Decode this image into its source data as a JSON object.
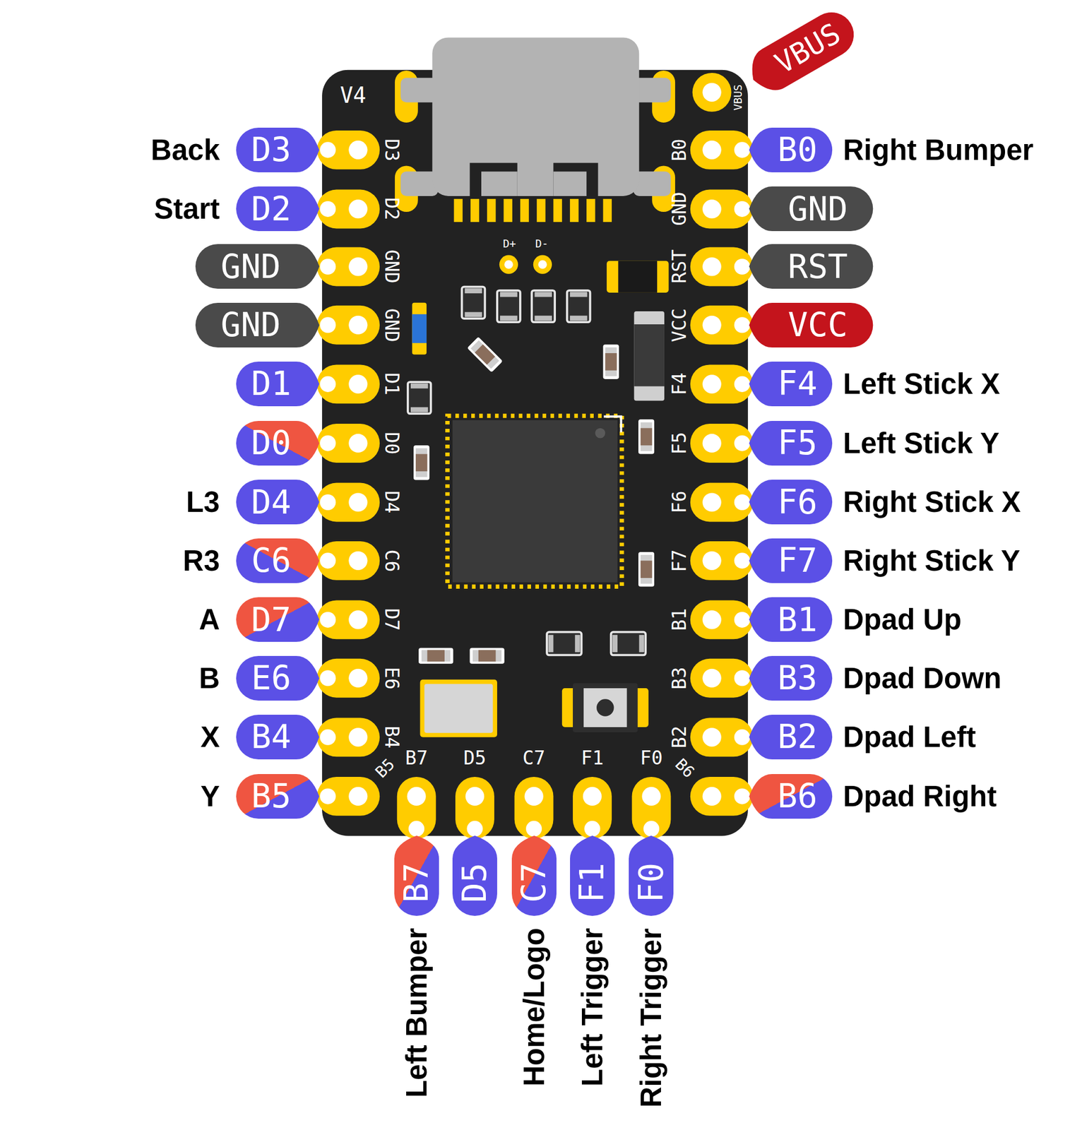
{
  "diagram": {
    "nodes": [
      {
        "text": [
          "VBUS"
        ]
      },
      {
        "text": [
          "D3",
          "Back"
        ]
      },
      {
        "text": [
          "D2",
          "Start"
        ]
      },
      {
        "text": [
          "GND"
        ]
      },
      {
        "text": [
          "GND"
        ]
      },
      {
        "text": [
          "D1"
        ]
      },
      {
        "text": [
          "D0"
        ]
      },
      {
        "text": [
          "D4",
          "L3"
        ]
      },
      {
        "text": [
          "C6",
          "R3"
        ]
      },
      {
        "text": [
          "D7",
          "A"
        ]
      },
      {
        "text": [
          "E6",
          "B"
        ]
      },
      {
        "text": [
          "B4",
          "X"
        ]
      },
      {
        "text": [
          "B5",
          "Y"
        ]
      },
      {
        "text": [
          "B0",
          "Right Bumper"
        ]
      },
      {
        "text": [
          "GND"
        ]
      },
      {
        "text": [
          "RST"
        ]
      },
      {
        "text": [
          "VCC"
        ]
      },
      {
        "text": [
          "F4",
          "Left Stick X"
        ]
      },
      {
        "text": [
          "F5",
          "Left Stick Y"
        ]
      },
      {
        "text": [
          "F6",
          "Right Stick X"
        ]
      },
      {
        "text": [
          "F7",
          "Right Stick Y"
        ]
      },
      {
        "text": [
          "B1",
          "Dpad Up"
        ]
      },
      {
        "text": [
          "B3",
          "Dpad Down"
        ]
      },
      {
        "text": [
          "B2",
          "Dpad Left"
        ]
      },
      {
        "text": [
          "B6",
          "Dpad Right"
        ]
      },
      {
        "text": [
          "B7",
          "Left Bumper"
        ]
      },
      {
        "text": [
          "D5"
        ]
      },
      {
        "text": [
          "C7",
          "Home/Logo"
        ]
      },
      {
        "text": [
          "F1",
          "Left Trigger"
        ]
      },
      {
        "text": [
          "F0",
          "Right Trigger"
        ]
      }
    ],
    "labels": [
      "V4",
      "VBUS",
      "D+",
      "D-",
      "D3",
      "D2",
      "GND",
      "GND",
      "D1",
      "D0",
      "D4",
      "C6",
      "D7",
      "E6",
      "B4",
      "B5",
      "B0",
      "GND",
      "RST",
      "VCC",
      "F4",
      "F5",
      "F6",
      "F7",
      "B1",
      "B3",
      "B2",
      "B6",
      "B7",
      "D5",
      "C7",
      "F1",
      "F0"
    ]
  }
}
